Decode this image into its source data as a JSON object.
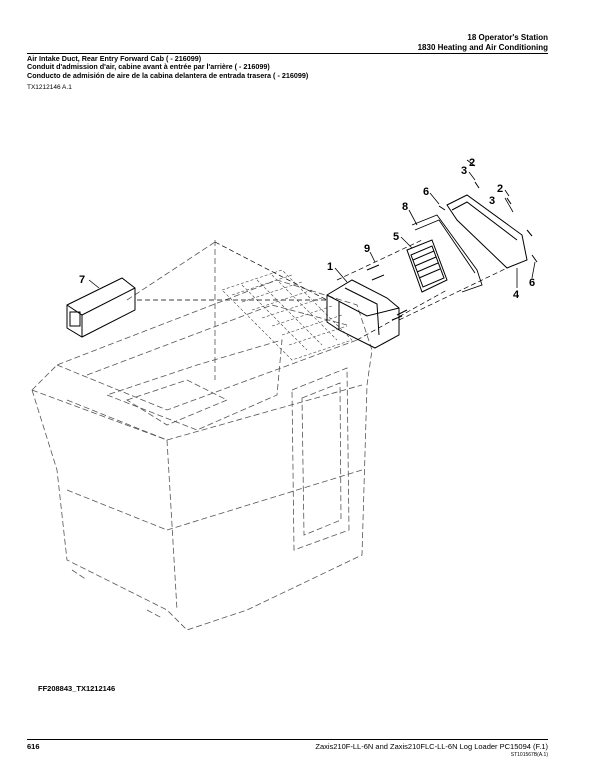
{
  "header": {
    "section": "18 Operator's Station",
    "subsection": "1830 Heating and Air Conditioning"
  },
  "titles": [
    "Air Intake Duct, Rear Entry Forward Cab ( - 216099)",
    "Conduit d'admission d'air, cabine avant à entrée par l'arrière ( - 216099)",
    "Conducto de admisión de aire de la cabina delantera de entrada trasera ( - 216099)"
  ],
  "doc_ref": "TX1212146 A.1",
  "callouts": [
    "1",
    "2",
    "2",
    "3",
    "3",
    "4",
    "5",
    "6",
    "6",
    "7",
    "8",
    "9"
  ],
  "figure_id": "FF208843_TX1212146",
  "footer": {
    "page_number": "616",
    "product": "Zaxis210F-LL-6N and Zaxis210FLC-LL-6N Log Loader    PC15094    (F.1)",
    "code": "ST101567B(A.1)"
  }
}
